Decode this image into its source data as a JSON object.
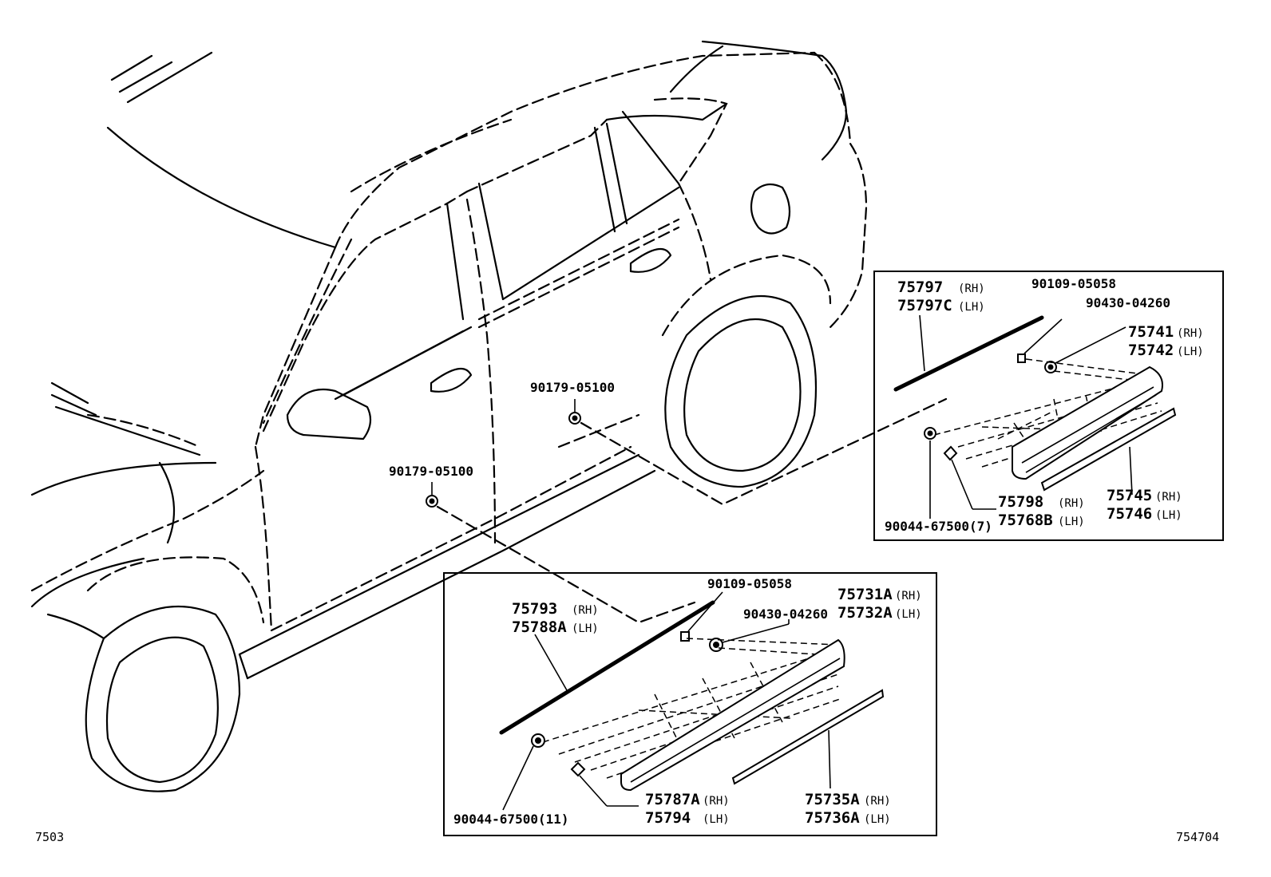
{
  "diagram": {
    "page_ref": "7503",
    "illustration_number": "754704",
    "vehicle_callouts": [
      {
        "part": "90179-05100"
      },
      {
        "part": "90179-05100"
      }
    ],
    "rear_door_group": {
      "moulding_upper": {
        "rh": "75797",
        "rh_tag": "(RH)",
        "lh": "75797C",
        "lh_tag": "(LH)"
      },
      "screw": "90109-05058",
      "nut": "90430-04260",
      "moulding_main": {
        "rh": "75741",
        "rh_tag": "(RH)",
        "lh": "75742",
        "lh_tag": "(LH)"
      },
      "moulding_lower": {
        "rh": "75745",
        "rh_tag": "(RH)",
        "lh": "75746",
        "lh_tag": "(LH)"
      },
      "clip_small": {
        "rh": "75798",
        "rh_tag": "(RH)",
        "lh": "75768B",
        "lh_tag": "(LH)"
      },
      "clip": "90044-67500(7)"
    },
    "front_door_group": {
      "moulding_upper": {
        "rh": "75793",
        "rh_tag": "(RH)",
        "lh": "75788A",
        "lh_tag": "(LH)"
      },
      "screw": "90109-05058",
      "nut": "90430-04260",
      "moulding_main": {
        "rh": "75731A",
        "rh_tag": "(RH)",
        "lh": "75732A",
        "lh_tag": "(LH)"
      },
      "moulding_lower": {
        "rh": "75735A",
        "rh_tag": "(RH)",
        "lh": "75736A",
        "lh_tag": "(LH)"
      },
      "clip_small": {
        "rh": "75787A",
        "rh_tag": "(RH)",
        "lh": "75794",
        "lh_tag": "(LH)"
      },
      "clip": "90044-67500(11)"
    }
  }
}
